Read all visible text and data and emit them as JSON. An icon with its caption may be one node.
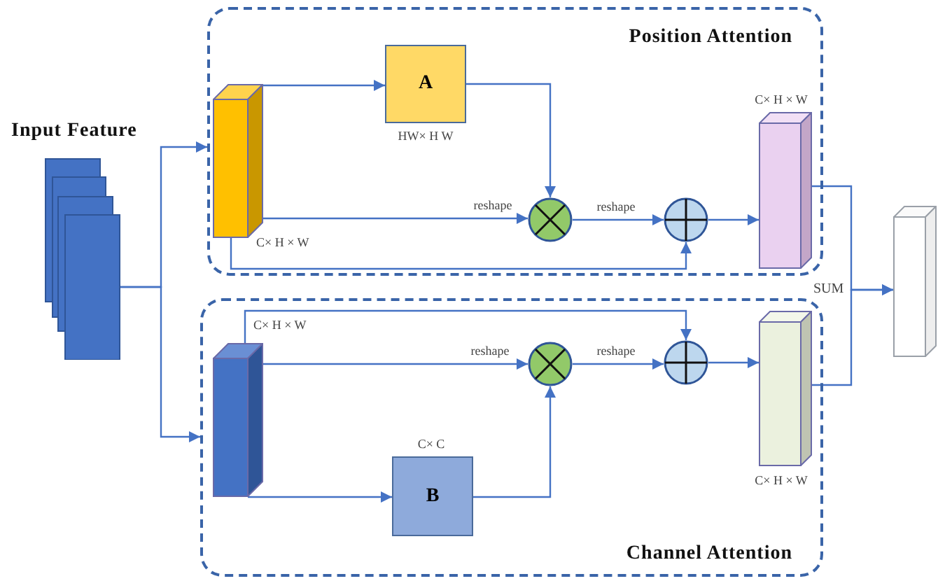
{
  "diagram": {
    "nodes": [
      {
        "text": [
          "Position Attention"
        ]
      },
      {
        "text": [
          "Channel Attention"
        ]
      },
      {
        "text": [
          "Input Feature"
        ]
      },
      {
        "text": [],
        "shape": "box",
        "in": 0,
        "beside": [
          "C× H × W"
        ]
      },
      {
        "text": [
          "A"
        ],
        "in": 0,
        "beside": [
          "HW× H W"
        ]
      },
      {
        "text": [],
        "shape": "circle",
        "in": 0
      },
      {
        "text": [],
        "shape": "circle",
        "in": 0
      },
      {
        "text": [],
        "shape": "box",
        "in": 0,
        "beside": [
          "C× H × W"
        ]
      },
      {
        "text": [],
        "shape": "box",
        "in": 1,
        "beside": [
          "C× H × W"
        ]
      },
      {
        "text": [
          "B"
        ],
        "in": 1,
        "beside": [
          "C× C"
        ]
      },
      {
        "text": [],
        "shape": "circle",
        "in": 1
      },
      {
        "text": [],
        "shape": "circle",
        "in": 1
      },
      {
        "text": [],
        "shape": "box",
        "in": 1,
        "beside": [
          "C× H × W"
        ]
      },
      {
        "text": [],
        "shape": "box"
      }
    ],
    "edges": [
      {
        "from": 2,
        "to": 0,
        "arrow": "to"
      },
      {
        "from": 2,
        "to": 1,
        "arrow": "to"
      },
      {
        "from": 3,
        "to": 4,
        "arrow": "to"
      },
      {
        "from": 3,
        "to": 5,
        "arrow": "to",
        "label": "reshape"
      },
      {
        "from": 4,
        "to": 5,
        "arrow": "to"
      },
      {
        "from": 5,
        "to": 6,
        "arrow": "to",
        "label": "reshape"
      },
      {
        "from": 3,
        "to": 6,
        "arrow": "to"
      },
      {
        "from": 6,
        "to": 7,
        "arrow": "to"
      },
      {
        "from": 7,
        "to": 13,
        "arrow": "to"
      },
      {
        "from": 12,
        "to": 13,
        "arrow": "to"
      },
      {
        "from": 8,
        "to": 11,
        "arrow": "to"
      },
      {
        "from": 8,
        "to": 10,
        "arrow": "to",
        "label": "reshape"
      },
      {
        "from": 8,
        "to": 9,
        "arrow": "to"
      },
      {
        "from": 9,
        "to": 10,
        "arrow": "to"
      },
      {
        "from": 10,
        "to": 11,
        "arrow": "to",
        "label": "reshape"
      },
      {
        "from": 11,
        "to": 12,
        "arrow": "to"
      }
    ],
    "labels": [
      "SUM"
    ]
  }
}
